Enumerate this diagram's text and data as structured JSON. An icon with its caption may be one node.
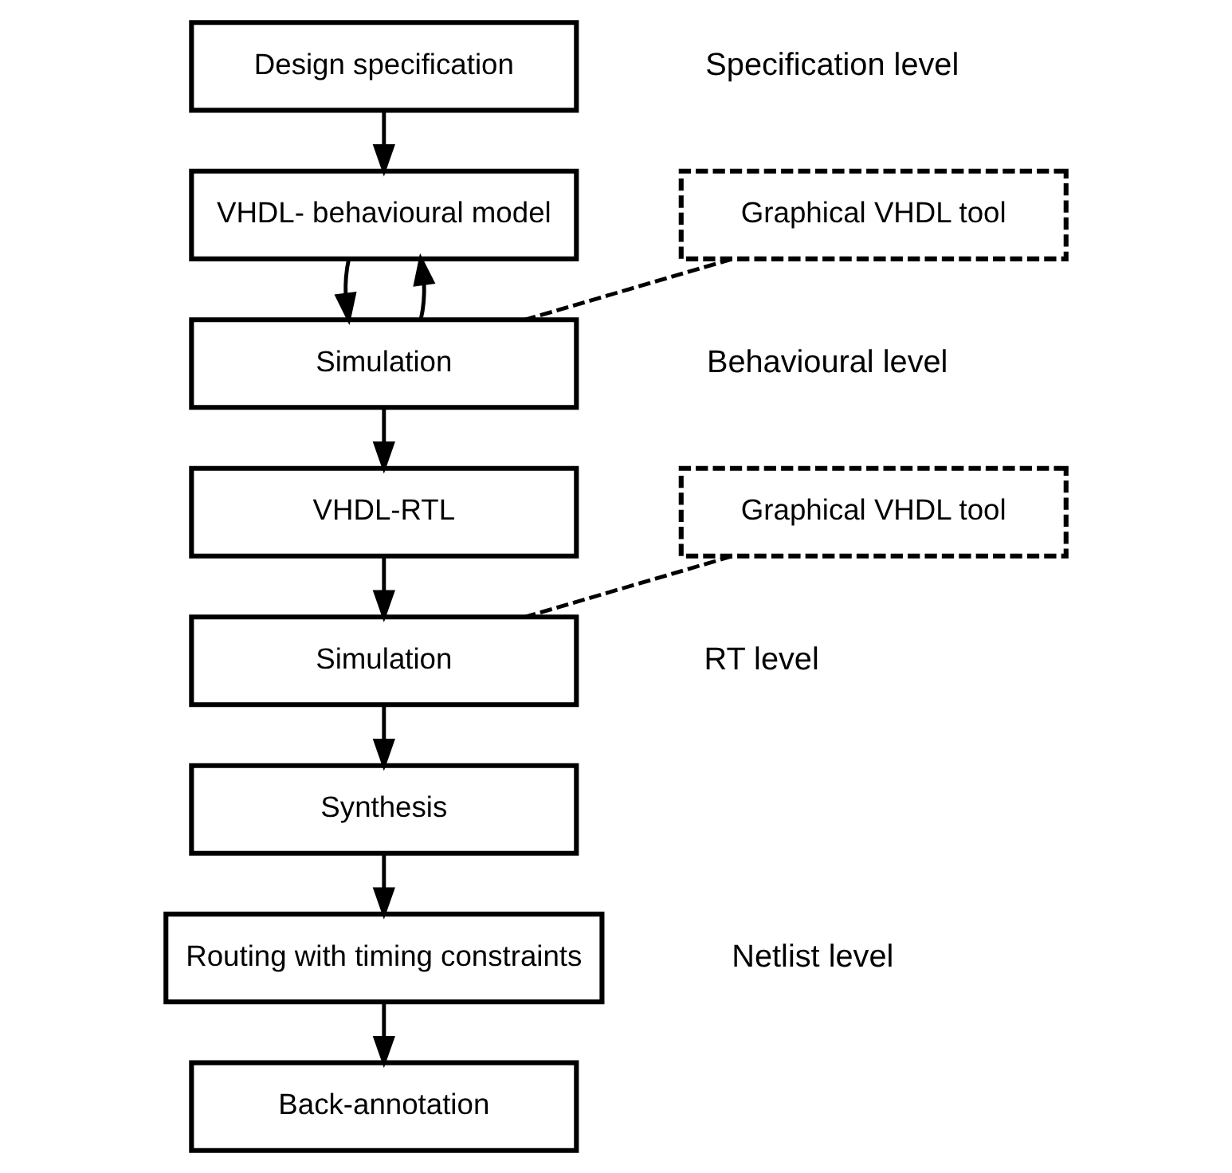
{
  "diagram": {
    "nodes": [
      {
        "text": [
          "Design specification"
        ]
      },
      {
        "text": [
          "VHDL- behavioural model"
        ]
      },
      {
        "text": [
          "Simulation"
        ]
      },
      {
        "text": [
          "VHDL-RTL"
        ]
      },
      {
        "text": [
          "Simulation"
        ]
      },
      {
        "text": [
          "Synthesis"
        ]
      },
      {
        "text": [
          "Routing with timing constraints"
        ]
      },
      {
        "text": [
          "Back-annotation"
        ]
      },
      {
        "text": [
          "Graphical VHDL tool"
        ]
      },
      {
        "text": [
          "Graphical VHDL tool"
        ]
      }
    ],
    "edges": [
      {
        "from": 0,
        "to": 1,
        "arrow": "to"
      },
      {
        "from": 1,
        "to": 2,
        "arrow": "to"
      },
      {
        "from": 2,
        "to": 3,
        "arrow": "to"
      },
      {
        "from": 2,
        "to": 1,
        "arrow": "to"
      },
      {
        "from": 8,
        "to": 2,
        "arrow": "none",
        "style": "dashed"
      },
      {
        "from": 3,
        "to": 4,
        "arrow": "to"
      },
      {
        "from": 9,
        "to": 4,
        "arrow": "none",
        "style": "dashed"
      },
      {
        "from": 4,
        "to": 5,
        "arrow": "to"
      },
      {
        "from": 5,
        "to": 6,
        "arrow": "to"
      },
      {
        "from": 6,
        "to": 7,
        "arrow": "to"
      }
    ],
    "labels": [
      "Specification level",
      "Behavioural level",
      "RT level",
      "Netlist level"
    ]
  }
}
